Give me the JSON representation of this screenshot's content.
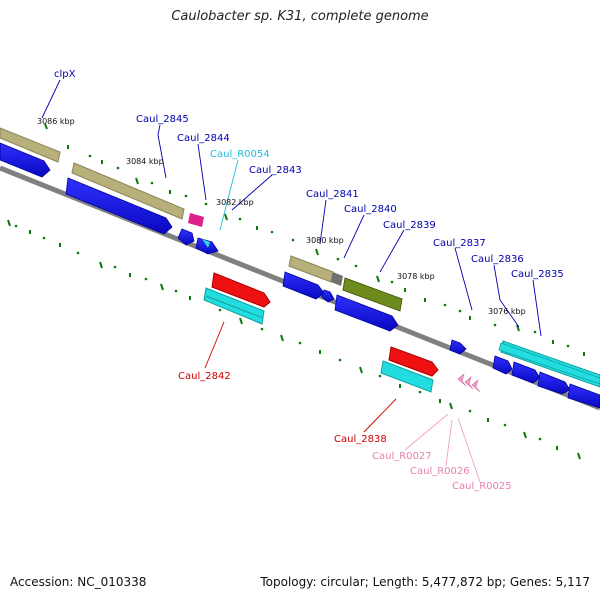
{
  "title": "Caulobacter sp. K31, complete genome",
  "footer": {
    "accession": "Accession: NC_010338",
    "summary": "Topology: circular; Length: 5,477,872 bp; Genes: 5,117"
  },
  "colors": {
    "backbone": "#808080",
    "tick": "#0a7a0a",
    "cds": "#1010e0",
    "gene_tan": "#b8b07a",
    "gene_olive": "#6e8c1e",
    "gene_cyan": "#22dde0",
    "gene_red": "#ee1111",
    "magenta": "#e0208a",
    "rna_pink": "#f0a0c8",
    "label_blue": "#0000b0",
    "label_red": "#cc0000",
    "label_cyan": "#22bbdd",
    "label_pink": "#e57fb0"
  },
  "scale_labels": [
    "3086 kbp",
    "3084 kbp",
    "3082 kbp",
    "3080 kbp",
    "3078 kbp",
    "3076 kbp"
  ],
  "gene_labels": [
    "clpX",
    "Caul_2845",
    "Caul_2844",
    "Caul_R0054",
    "Caul_2843",
    "Caul_2841",
    "Caul_2840",
    "Caul_2839",
    "Caul_2837",
    "Caul_2836",
    "Caul_2835",
    "Caul_2842",
    "Caul_2838",
    "Caul_R0027",
    "Caul_R0026",
    "Caul_R0025"
  ]
}
